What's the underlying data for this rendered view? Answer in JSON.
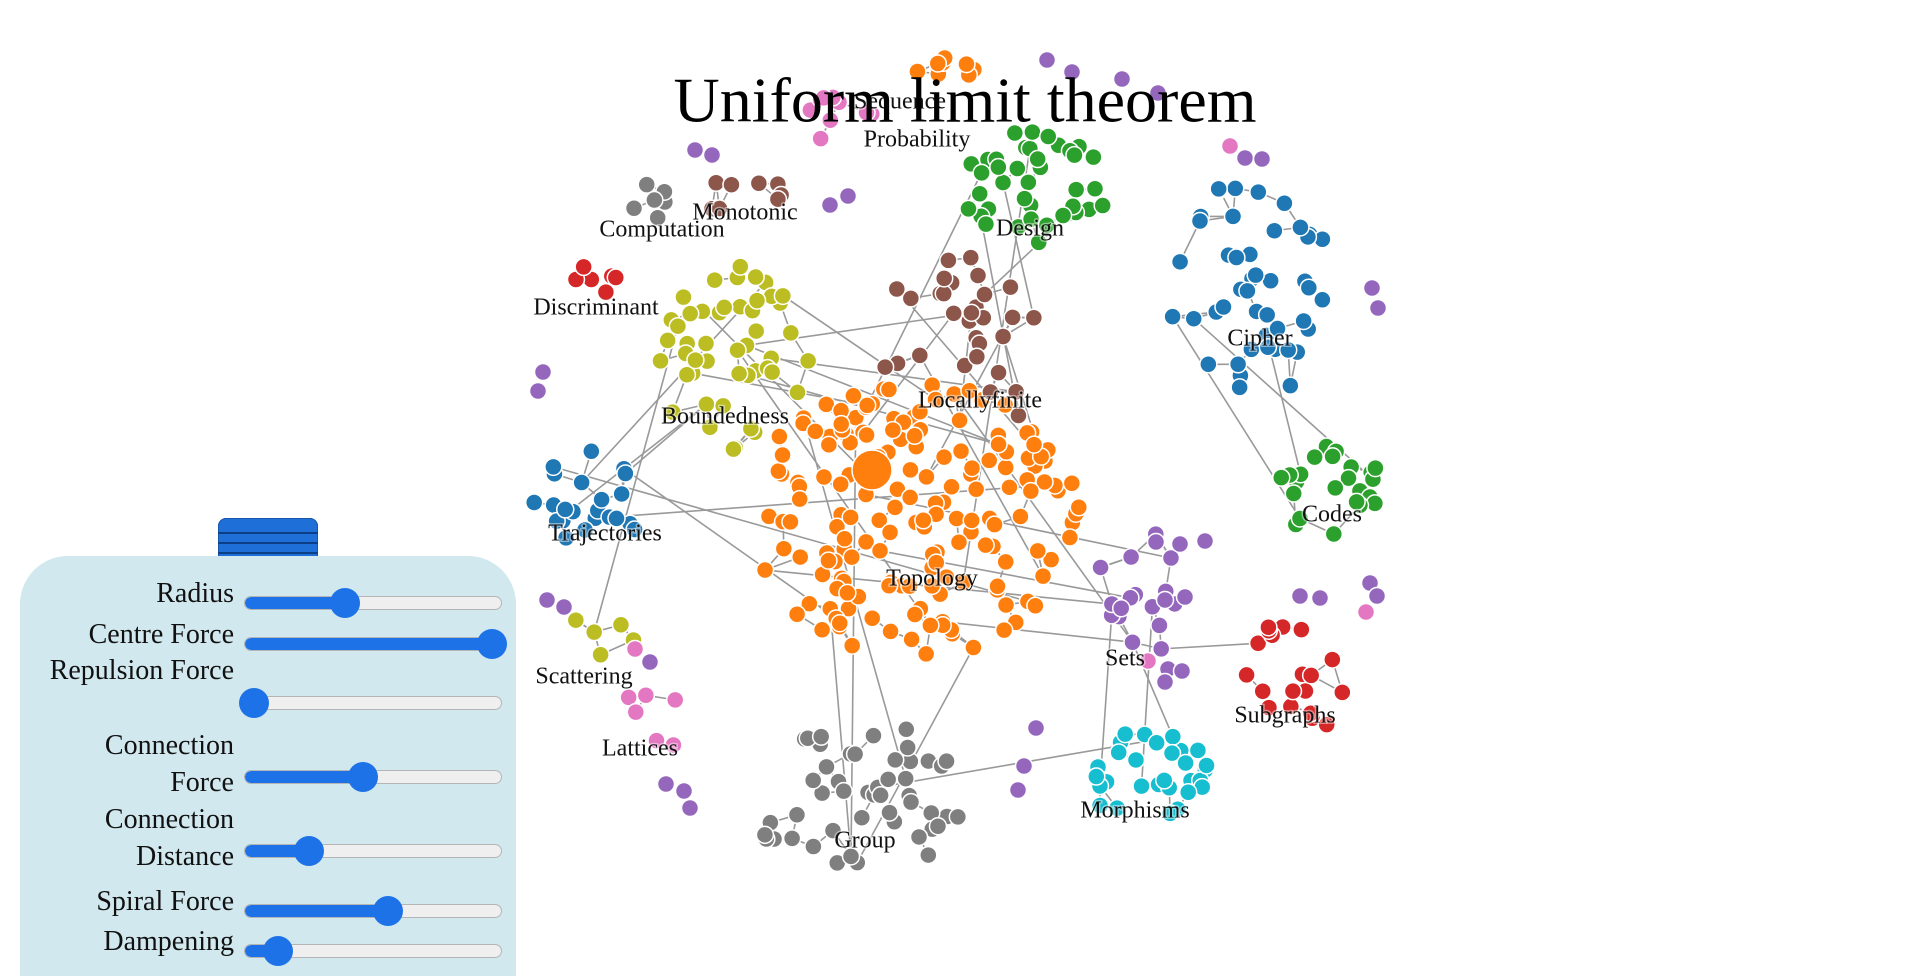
{
  "title": "Uniform limit theorem",
  "colors": {
    "orange": "#ff7f0e",
    "brown": "#8c564b",
    "olive": "#bcbd22",
    "blue": "#1f77b4",
    "green": "#2ca02c",
    "red": "#d62728",
    "cyan": "#17becf",
    "gray": "#7f7f7f",
    "purple": "#9467bd",
    "pink": "#e377c2",
    "link": "#999999"
  },
  "clusters": [
    {
      "id": "topology",
      "label": "Topology",
      "color": "#ff7f0e"
    },
    {
      "id": "locallyfinite",
      "label": "Locallyfinite",
      "color": "#8c564b"
    },
    {
      "id": "boundedness",
      "label": "Boundedness",
      "color": "#bcbd22"
    },
    {
      "id": "trajectories",
      "label": "Trajectories",
      "color": "#1f77b4"
    },
    {
      "id": "design",
      "label": "Design",
      "color": "#2ca02c"
    },
    {
      "id": "cipher",
      "label": "Cipher",
      "color": "#1f77b4"
    },
    {
      "id": "codes",
      "label": "Codes",
      "color": "#2ca02c"
    },
    {
      "id": "sets",
      "label": "Sets",
      "color": "#9467bd"
    },
    {
      "id": "subgraphs",
      "label": "Subgraphs",
      "color": "#d62728"
    },
    {
      "id": "morphisms",
      "label": "Morphisms",
      "color": "#17becf"
    },
    {
      "id": "group",
      "label": "Group",
      "color": "#7f7f7f"
    },
    {
      "id": "lattices",
      "label": "Lattices",
      "color": "#e377c2"
    },
    {
      "id": "scattering",
      "label": "Scattering",
      "color": "#bcbd22"
    },
    {
      "id": "discriminant",
      "label": "Discriminant",
      "color": "#d62728"
    },
    {
      "id": "computation",
      "label": "Computation",
      "color": "#7f7f7f"
    },
    {
      "id": "monotonic",
      "label": "Monotonic",
      "color": "#8c564b"
    },
    {
      "id": "probability",
      "label": "Probability",
      "color": "#e377c2"
    },
    {
      "id": "sequence",
      "label": "Sequence",
      "color": "#ff7f0e"
    }
  ],
  "controls": {
    "sliders": [
      {
        "label": "Radius",
        "value": 0.39
      },
      {
        "label": "Centre Force",
        "value": 0.96
      },
      {
        "label": "Repulsion Force",
        "value": 0.04
      },
      {
        "label": "Connection Force",
        "value": 0.46
      },
      {
        "label": "Connection Distance",
        "value": 0.25
      },
      {
        "label": "Spiral Force",
        "value": 0.56
      },
      {
        "label": "Dampening",
        "value": 0.13
      }
    ]
  }
}
